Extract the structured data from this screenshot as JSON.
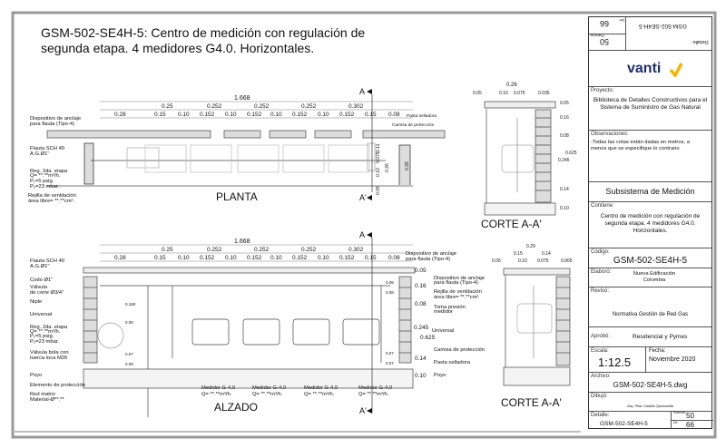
{
  "title": {
    "line1": "GSM-502-SE4H-5: Centro de medición con regulación de",
    "line2": "segunda etapa.  4 medidores G4.0. Horizontales."
  },
  "planta": {
    "title": "PLANTA",
    "section_a": "A",
    "section_a2": "A'",
    "dim_total": "1.668",
    "dims_row1": [
      "0.25",
      "0.252",
      "0.252",
      "0.252",
      "0.302"
    ],
    "dims_row2": [
      "0.28",
      "0.15",
      "0.10",
      "0.152",
      "0.10",
      "0.152",
      "0.10",
      "0.152",
      "0.10",
      "0.152",
      "0.15",
      "0.08"
    ],
    "dims_right": [
      "0.11",
      "0.075",
      "0.10",
      "0.26",
      "0.28",
      "0.05"
    ],
    "labels_left": [
      "Dispositivo de anclaje",
      "para flauta (Tipo-4)",
      "Flauta SCH 40",
      "A.G.Ø1\"",
      "Reg. 2da. etapa",
      "Q= **.**m³/h.",
      "P₁=5 psig.",
      "P₂=23 mbar.",
      "Rejilla de ventilación",
      "área libre= **.**cm².",
      ""
    ],
    "labels_right": [
      "Pasta selladora",
      "Camisa de protección"
    ]
  },
  "corte_top": {
    "title": "CORTE A-A'",
    "dim_total": "0.26",
    "dims_row": [
      "0.05",
      "0.10",
      "0.075",
      "0.035"
    ],
    "dims_right": [
      "0.05",
      "0.16",
      "0.08",
      "0.625",
      "0.245",
      "0.14",
      "0.10"
    ]
  },
  "alzado": {
    "title": "ALZADO",
    "section_a": "A",
    "section_a2": "A'",
    "dim_total": "1.668",
    "dims_row1": [
      "0.25",
      "0.252",
      "0.252",
      "0.252",
      "0.302"
    ],
    "dims_row2": [
      "0.28",
      "0.15",
      "0.10",
      "0.152",
      "0.10",
      "0.152",
      "0.10",
      "0.152",
      "0.10",
      "0.152",
      "0.15",
      "0.08"
    ],
    "labels_left": [
      "Flauta SCH 40",
      "A.G.Ø1\"",
      "Codo Ø1\"",
      "Válvula",
      "de corte Ø3/4\"",
      "Niple",
      "Universal",
      "Reg. 2da. etapa",
      "Q= **.**m³/h.",
      "P₁=5 psig.",
      "P₂=23 mbar.",
      "Válvula bola con",
      "tuerca loca M26",
      "Poyo",
      "Elemento de protección",
      "Red matriz",
      "Material-Ø**.**"
    ],
    "dims_inner": [
      "0.180",
      "0.05",
      "0.07",
      "0.09",
      "0.08",
      "0.08",
      "0.07",
      "0.07"
    ],
    "dims_right": [
      "0.05",
      "0.16",
      "0.08",
      "0.245",
      "0.625",
      "0.14",
      "0.10"
    ],
    "labels_right": [
      "Dispositivo de anclaje",
      "para flauta (Tipo-4)",
      "Dispositivo de anclaje",
      "para flauta (Tipo-4)",
      "Rejilla de ventilación",
      "área libre= **.**cm²",
      "Toma presión",
      "medidor",
      "Universal",
      "Camisa de protección",
      "Pasta selladora",
      "Poyo"
    ],
    "meters": [
      {
        "name": "Medidor G-4,0",
        "q": "Q= **.**m³/h."
      },
      {
        "name": "Medidor G-4,0",
        "q": "Q= **.**m³/h."
      },
      {
        "name": "Medidor G-4,0",
        "q": "Q= **.**m³/h."
      },
      {
        "name": "Medidor G-4,0",
        "q": "Q= **.**m³/h."
      }
    ]
  },
  "corte_bottom": {
    "title": "CORTE A-A'",
    "dims": [
      "0.29",
      "0.15",
      "0.14",
      "0.05",
      "0.10",
      "0.075",
      "0.065"
    ]
  },
  "title_block": {
    "de_label": "De:",
    "de_value": "66",
    "plancha_label": "Plancha:",
    "plancha_value": "50",
    "detalle_label": "Detalle:",
    "detalle_rotated": "GSM-502-SE4H-5",
    "logo": "vanti",
    "proyecto_label": "Proyecto:",
    "proyecto": "Biblioteca de Detalles Constructivos para el Sistema de Suministro de Gas Natural",
    "observaciones_label": "Observaciones:",
    "observaciones": "-Todas las cotas están dadas en metros, a menos que se especifique lo contrario",
    "subsistema": "Subsistema de Medición",
    "contiene_label": "Contiene:",
    "contiene": "Centro de medición con regulación de segunda etapa. 4 medidores G4.0. Horizontales.",
    "codigo_label": "Código:",
    "codigo": "GSM-502-SE4H-5",
    "elaboro_label": "Elaboró:",
    "elaboro": "Nueva Edificación Colombia",
    "reviso_label": "Revisó:",
    "reviso": "Normativa Gestión de Red Gas",
    "aprobo_label": "Aprobó:",
    "aprobo": "Residencial y Pymes",
    "escala_label": "Escala:",
    "escala": "1:12.5",
    "fecha_label": "Fecha:",
    "fecha": "Noviembre 2020",
    "archivo_label": "Archivo:",
    "archivo": "GSM-502-SE4H-5.dwg",
    "dibujo_label": "Dibujó:",
    "dibujo": "Arq. Pilar Castillo Quintanilla",
    "detalle": "GSM-502-SE4H-5",
    "plancha_bottom": "50",
    "de_bottom": "66"
  },
  "colors": {
    "accent": "#f5b400",
    "brand": "#1f2d6b",
    "fill": "#d9d9d9"
  }
}
